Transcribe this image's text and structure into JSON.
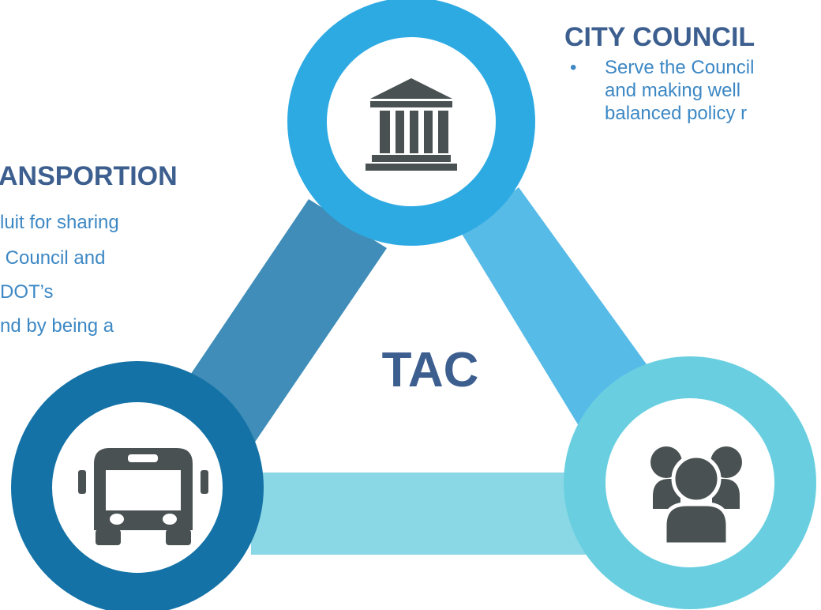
{
  "center": {
    "label": "TAC"
  },
  "nodes": {
    "city_council": {
      "heading": "CITY COUNCIL",
      "bullet_glyph": "•",
      "lines": [
        "Serve the Council",
        "and making well",
        "balanced policy r"
      ],
      "icon": "government-building-icon",
      "ring_color": "#2eaae3"
    },
    "transportation": {
      "heading": "ANSPORTION",
      "lines": [
        "luit for sharing",
        " Council and",
        "DOT’s",
        "nd by being a"
      ],
      "icon": "bus-icon",
      "ring_color": "#1472a6"
    },
    "community": {
      "icon": "people-group-icon",
      "ring_color": "#69cfe0"
    }
  },
  "colors": {
    "heading": "#3d5f8f",
    "body_text": "#3d88c4",
    "icon": "#4a5152",
    "link_left": "#3f8db8",
    "link_right": "#57bbe8",
    "link_bottom": "#8ad8e5"
  }
}
